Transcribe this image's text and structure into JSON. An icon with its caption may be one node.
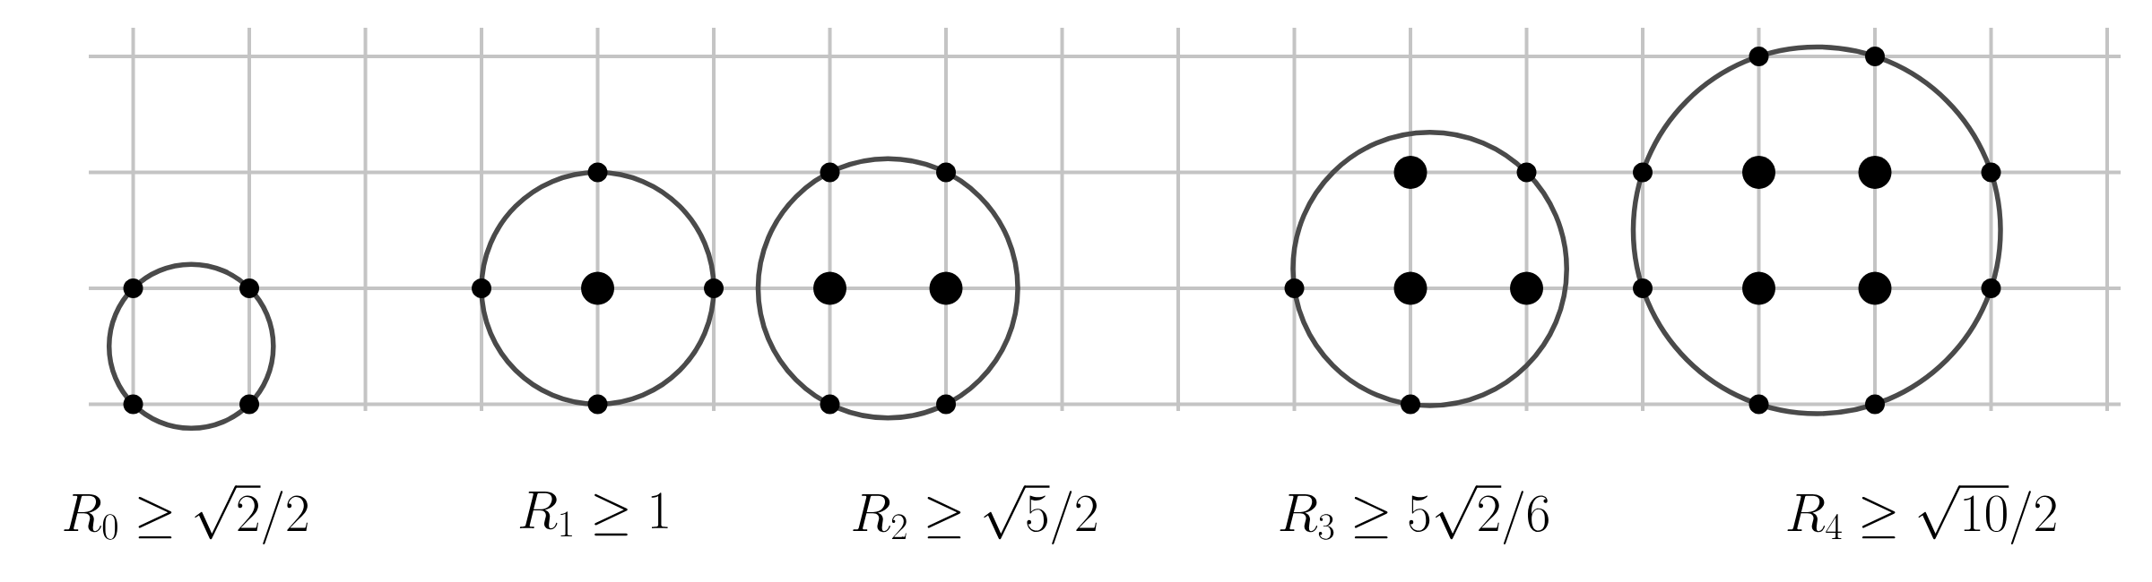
{
  "diagram": {
    "labels": [
      "R_0 \\geq \\sqrt{2}/2",
      "R_1 \\geq 1",
      "R_2 \\geq \\sqrt{5}/2",
      "R_3 \\geq 5\\sqrt{2}/6",
      "R_4 \\geq \\sqrt{10}/2"
    ]
  }
}
